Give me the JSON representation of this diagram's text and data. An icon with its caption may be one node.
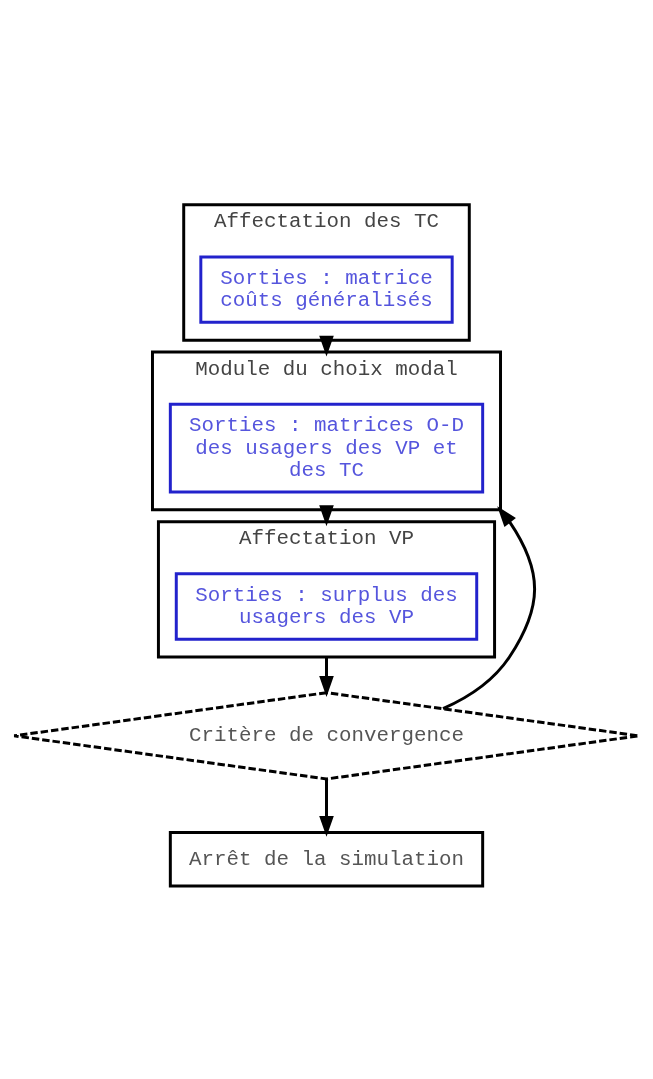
{
  "diagram": {
    "nodes": [
      {
        "text": [
          "Affectation des TC"
        ]
      },
      {
        "text": [
          "Sorties : matrice coûts généralisés"
        ],
        "in": 0
      },
      {
        "text": [
          "Module du choix modal"
        ]
      },
      {
        "text": [
          "Sorties : matrices O-D des usagers des VP et des TC"
        ],
        "in": 2
      },
      {
        "text": [
          "Affectation VP"
        ]
      },
      {
        "text": [
          "Sorties : surplus des usagers des VP"
        ],
        "in": 4
      },
      {
        "text": [
          "Critère de convergence"
        ]
      },
      {
        "text": [
          "Arrêt de la simulation"
        ]
      }
    ],
    "edges": [
      {
        "from": 0,
        "to": 2,
        "arrow": "to"
      },
      {
        "from": 2,
        "to": 4,
        "arrow": "to"
      },
      {
        "from": 4,
        "to": 6,
        "arrow": "to"
      },
      {
        "from": 6,
        "to": 7,
        "arrow": "to"
      },
      {
        "from": 6,
        "to": 2,
        "arrow": "to"
      }
    ]
  }
}
